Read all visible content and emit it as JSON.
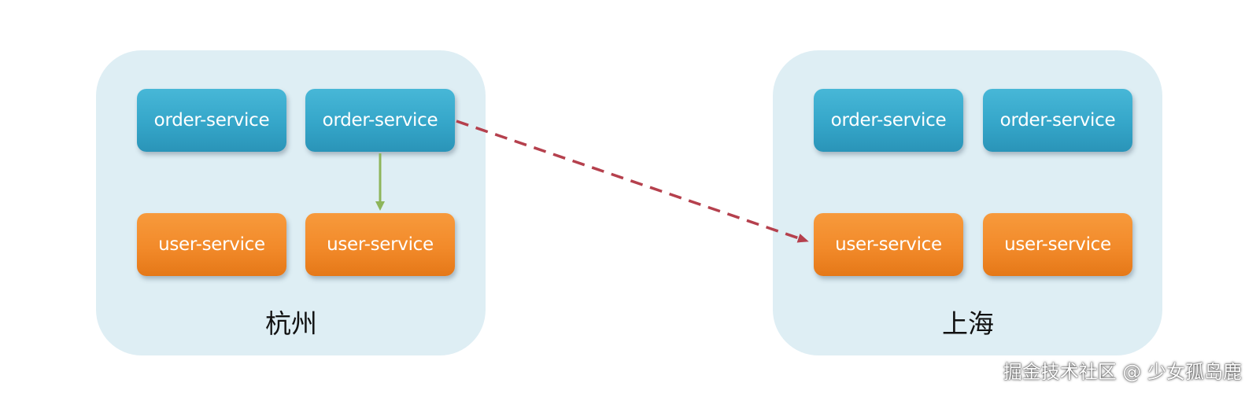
{
  "regions": {
    "hangzhou": {
      "label": "杭州",
      "order_services": [
        "order-service",
        "order-service"
      ],
      "user_services": [
        "user-service",
        "user-service"
      ]
    },
    "shanghai": {
      "label": "上海",
      "order_services": [
        "order-service",
        "order-service"
      ],
      "user_services": [
        "user-service",
        "user-service"
      ]
    }
  },
  "watermark": "掘金技术社区 @ 少女孤岛鹿",
  "colors": {
    "region_bg": "#deeef4",
    "order_service": "#3aabcd",
    "user_service": "#f28a2a",
    "local_call_arrow": "#8db55a",
    "remote_call_arrow": "#b5404d"
  }
}
